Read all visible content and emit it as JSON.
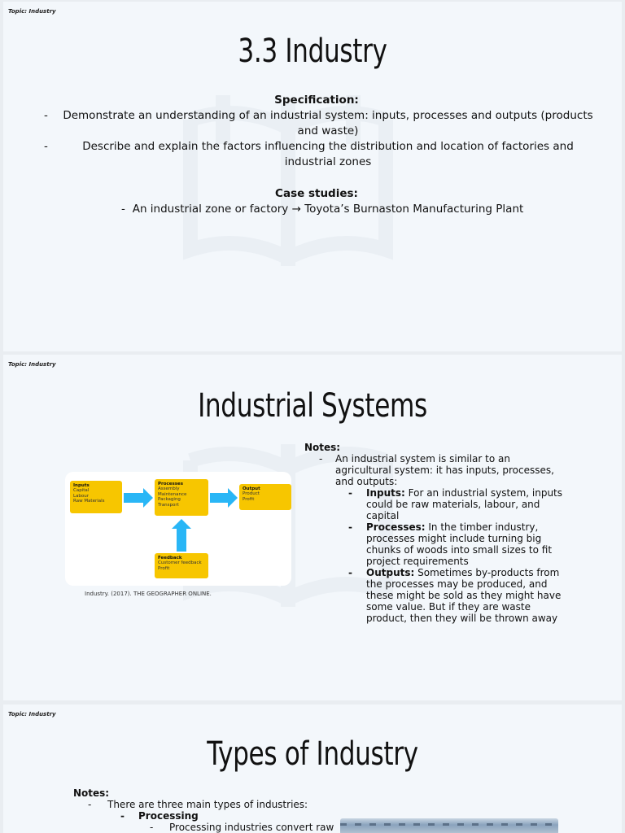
{
  "slide1": {
    "topic": "Topic: Industry",
    "title": "3.3 Industry",
    "spec_heading": "Specification:",
    "spec_items": [
      "Demonstrate an understanding of an industrial system: inputs, processes and outputs (products and waste)",
      "Describe and explain the factors influencing the distribution and location of factories and industrial zones"
    ],
    "case_heading": "Case studies:",
    "case_items": [
      "An industrial zone or factory → Toyota’s Burnaston Manufacturing Plant"
    ]
  },
  "slide2": {
    "topic": "Topic: Industry",
    "title": "Industrial Systems",
    "diagram": {
      "inputs": {
        "heading": "Inputs",
        "lines": [
          "Capital",
          "Labour",
          "Raw Materials"
        ]
      },
      "processes": {
        "heading": "Processes",
        "lines": [
          "Assembly",
          "Maintenance",
          "Packaging",
          "Transport"
        ]
      },
      "output": {
        "heading": "Output",
        "lines": [
          "Product",
          "Profit"
        ]
      },
      "feedback": {
        "heading": "Feedback",
        "lines": [
          "Customer feedback",
          "Profit"
        ]
      },
      "box_color": "#f7c600",
      "arrow_color": "#29b6f6"
    },
    "caption": "Industry. (2017). THE GEOGRAPHER ONLINE.",
    "notes_heading": "Notes:",
    "intro": "An industrial system is similar to an agricultural system: it has inputs, processes, and outputs:",
    "points": [
      {
        "label": "Inputs:",
        "text": " For an industrial system, inputs could be raw materials, labour, and capital"
      },
      {
        "label": "Processes:",
        "text": " In the timber industry, processes might include turning big chunks of woods into small sizes to fit project requirements"
      },
      {
        "label": "Outputs:",
        "text": " Sometimes by-products from the processes may be produced, and these might be sold as they might have some value. But if they are waste product, then they will be thrown away"
      }
    ]
  },
  "slide3": {
    "topic": "Topic: Industry",
    "title": "Types of Industry",
    "notes_heading": "Notes:",
    "intro": "There are three main types of industries:",
    "type1": "Processing",
    "type1_desc": "Processing industries convert raw"
  }
}
